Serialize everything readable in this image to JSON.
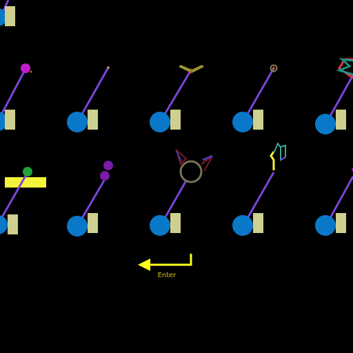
{
  "colors": {
    "background": "#000000",
    "ball": "#0a78c8",
    "block": "#cfcf8f",
    "arm": "#7a45d8",
    "enter_arrow": "#ffff1a",
    "enter_text": "#d6c21a"
  },
  "grid": {
    "rows": 3,
    "cols": 5,
    "row_top_clipped": true,
    "left_column_clipped": true,
    "right_column_clipped": true
  },
  "tiles": [
    {
      "row": 0,
      "col": 0,
      "tip": "none"
    },
    {
      "row": 1,
      "col": 0,
      "tip": "magenta-dot"
    },
    {
      "row": 1,
      "col": 1,
      "tip": "small-dot"
    },
    {
      "row": 1,
      "col": 2,
      "tip": "olive-chevron"
    },
    {
      "row": 1,
      "col": 3,
      "tip": "ringed-dot"
    },
    {
      "row": 1,
      "col": 4,
      "tip": "teal-red-zigzag"
    },
    {
      "row": 2,
      "col": 0,
      "tip": "green-dot-on-yellow-bar"
    },
    {
      "row": 2,
      "col": 1,
      "tip": "purple-double-dot"
    },
    {
      "row": 2,
      "col": 2,
      "tip": "ring-with-horns"
    },
    {
      "row": 2,
      "col": 3,
      "tip": "yellow-hook-teal-glyph"
    },
    {
      "row": 2,
      "col": 4,
      "tip": "magenta-tip"
    }
  ],
  "enter": {
    "label": "Enter",
    "icon": "return-arrow-icon"
  }
}
